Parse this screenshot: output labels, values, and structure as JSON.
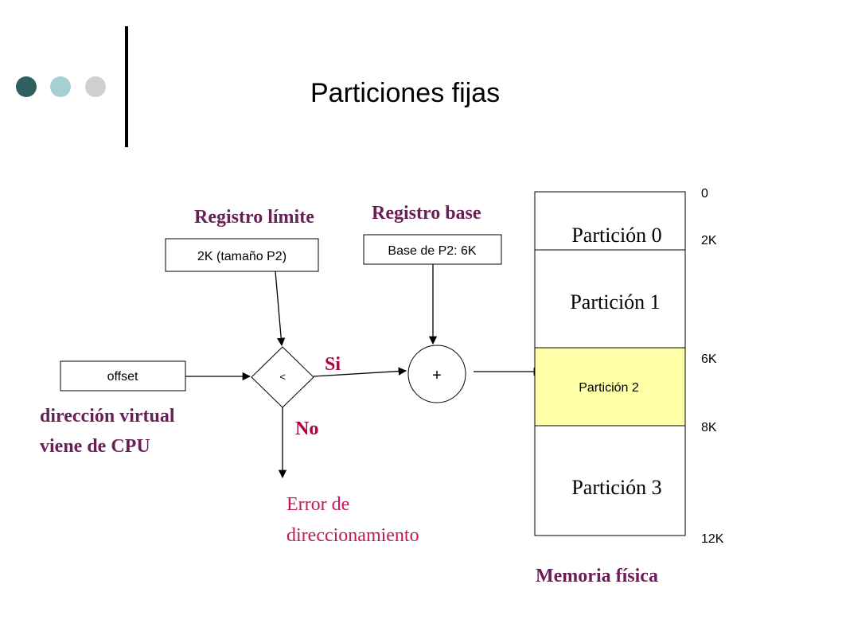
{
  "title": "Particiones fijas",
  "decor": {
    "dot_colors": [
      "#2f5f5f",
      "#a6cfd2",
      "#cfcfcf"
    ]
  },
  "registers": {
    "limit": {
      "label": "Registro límite",
      "value": "2K (tamaño P2)"
    },
    "base": {
      "label": "Registro base",
      "value": "Base de P2: 6K"
    }
  },
  "offset": {
    "value": "offset",
    "caption_line1": "dirección virtual",
    "caption_line2": "viene de CPU"
  },
  "comparator": {
    "symbol": "<",
    "yes": "Si",
    "no": "No"
  },
  "adder": {
    "symbol": "+"
  },
  "error": {
    "line1": "Error de",
    "line2": "direccionamiento"
  },
  "memory": {
    "caption": "Memoria física",
    "highlight_color": "#ffffa8",
    "partitions": [
      {
        "label": "Partición 0"
      },
      {
        "label": "Partición 1"
      },
      {
        "label": "Partición 2"
      },
      {
        "label": "Partición 3"
      }
    ],
    "addresses": [
      "0",
      "2K",
      "6K",
      "8K",
      "12K"
    ]
  }
}
